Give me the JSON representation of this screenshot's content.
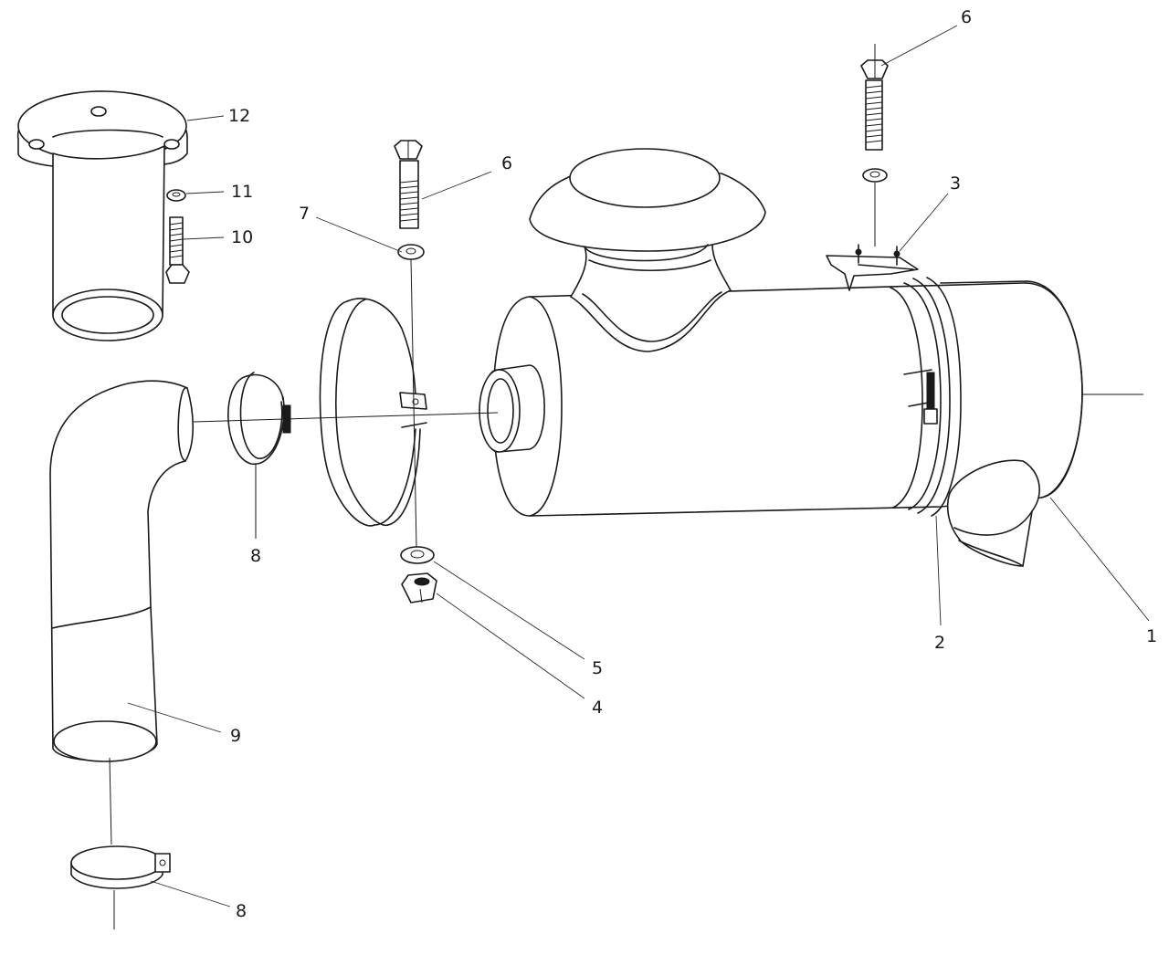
{
  "callouts": {
    "c1": "1",
    "c2": "2",
    "c3": "3",
    "c4": "4",
    "c5": "5",
    "c6a": "6",
    "c6b": "6",
    "c7": "7",
    "c8a": "8",
    "c8b": "8",
    "c9": "9",
    "c10": "10",
    "c11": "11",
    "c12": "12"
  }
}
